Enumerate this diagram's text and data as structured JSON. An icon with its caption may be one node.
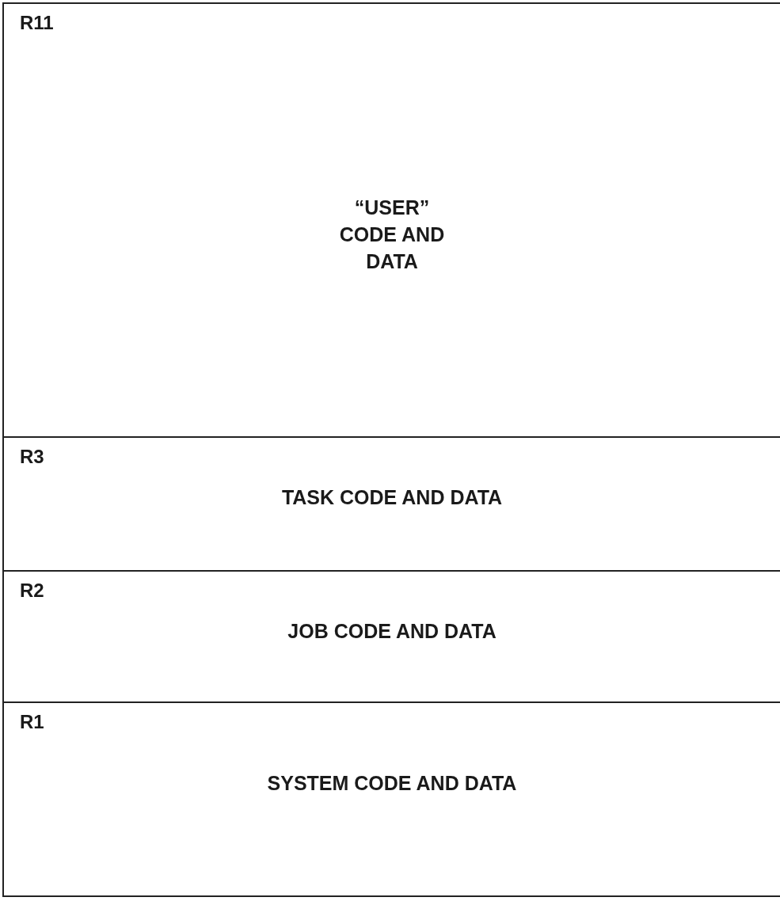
{
  "diagram": {
    "nodes": [
      {
        "text": [
          "R11",
          "“USER” CODE AND DATA"
        ]
      },
      {
        "text": [
          "R3",
          "TASK CODE AND DATA"
        ]
      },
      {
        "text": [
          "R2",
          "JOB CODE AND DATA"
        ]
      },
      {
        "text": [
          "R1",
          "SYSTEM CODE AND DATA"
        ]
      }
    ]
  }
}
